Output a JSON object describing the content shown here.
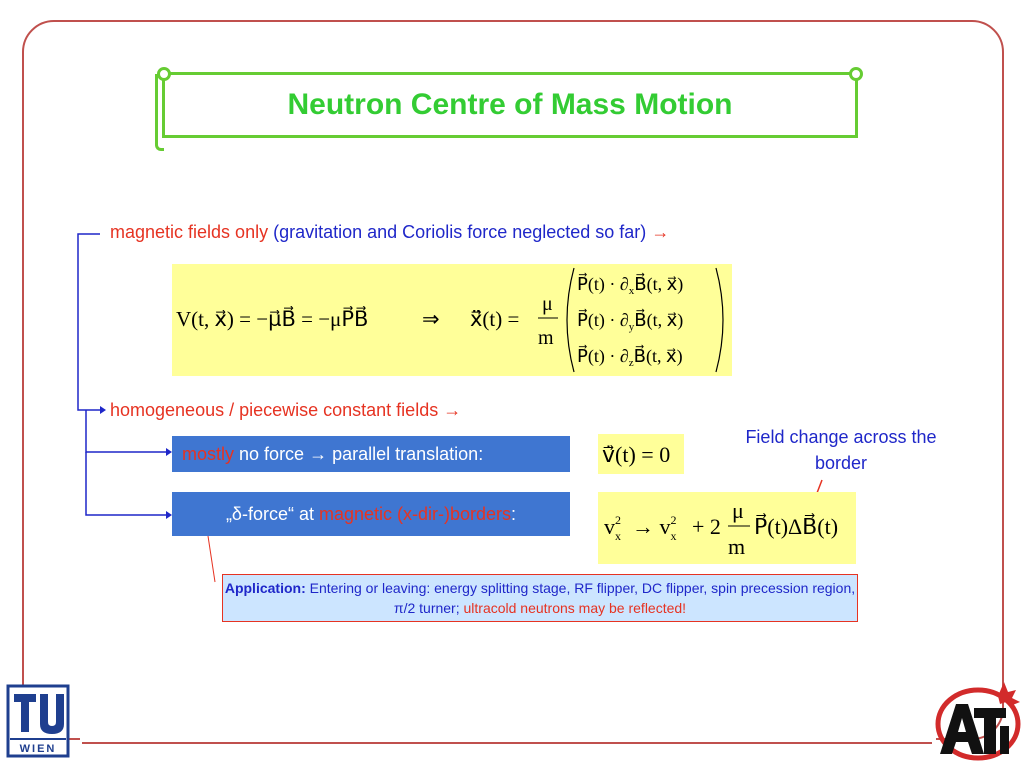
{
  "slide": {
    "title": "Neutron Centre of Mass Motion",
    "bullet1": {
      "red_part": "magnetic fields only",
      "blue_part": "(gravitation and Coriolis force neglected so far)",
      "arrow": "→"
    },
    "bullet2": {
      "text": "homogeneous / piecewise constant fields",
      "arrow": "→"
    },
    "sub1": {
      "red_part": "mostly",
      "white_part": "no force",
      "arrow": "→",
      "tail": "parallel translation:"
    },
    "sub2": {
      "prefix": "„δ-force“ at",
      "red_part": "magnetic (x-dir-)borders",
      "suffix": ":"
    },
    "annotation": "Field change across the border",
    "application": {
      "label": "Application:",
      "text": "Entering or leaving: energy splitting stage, RF flipper, DC flipper, spin precession region, π/2 turner;",
      "red_text": "ultracold neutrons may be reflected!"
    },
    "colors": {
      "frame": "#c0504d",
      "title": "#33cc33",
      "red": "#e63322",
      "blue": "#1f27c9",
      "equation_bg": "#ffff99",
      "box_bg": "#3f76d1",
      "application_bg": "#cce5ff"
    },
    "logos": {
      "left": "TU WIEN",
      "right": "ATI"
    }
  }
}
